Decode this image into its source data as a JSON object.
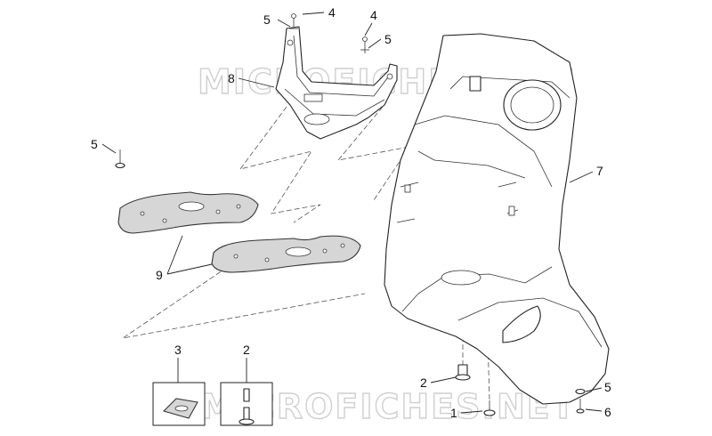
{
  "watermarks": [
    "MICROFICHES.NET",
    "MICROFICHES.NET"
  ],
  "callouts": [
    {
      "id": "c4a",
      "label": "4"
    },
    {
      "id": "c5a",
      "label": "5"
    },
    {
      "id": "c4b",
      "label": "4"
    },
    {
      "id": "c5b",
      "label": "5"
    },
    {
      "id": "c8",
      "label": "8"
    },
    {
      "id": "c5c",
      "label": "5"
    },
    {
      "id": "c7",
      "label": "7"
    },
    {
      "id": "c9",
      "label": "9"
    },
    {
      "id": "c3",
      "label": "3"
    },
    {
      "id": "c2a",
      "label": "2"
    },
    {
      "id": "c2b",
      "label": "2"
    },
    {
      "id": "c1",
      "label": "1"
    },
    {
      "id": "c5d",
      "label": "5"
    },
    {
      "id": "c6",
      "label": "6"
    }
  ],
  "parts": {
    "front_shield": {
      "icon": "front-shield-body"
    },
    "bracket": {
      "icon": "mounting-bracket"
    },
    "gaskets": {
      "icon": "gasket-plates"
    },
    "clip_box": {
      "icon": "spring-clip"
    },
    "pin_box": {
      "icon": "rivet-pin"
    }
  }
}
